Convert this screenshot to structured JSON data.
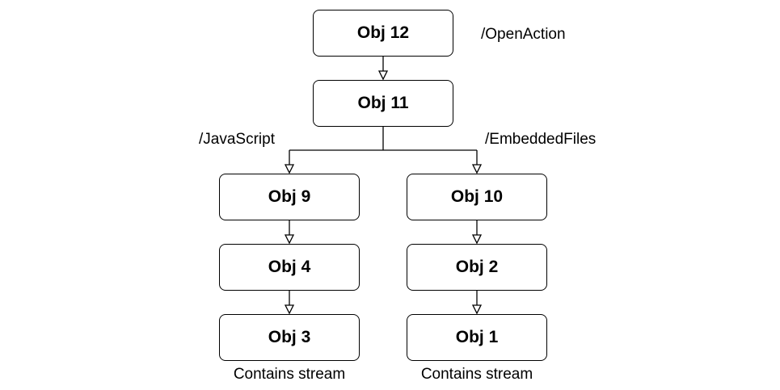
{
  "nodes": {
    "obj12": "Obj 12",
    "obj11": "Obj 11",
    "obj9": "Obj 9",
    "obj10": "Obj 10",
    "obj4": "Obj 4",
    "obj2": "Obj 2",
    "obj3": "Obj 3",
    "obj1": "Obj 1"
  },
  "edge_labels": {
    "open_action": "/OpenAction",
    "javascript": "/JavaScript",
    "embedded_files": "/EmbeddedFiles"
  },
  "captions": {
    "obj3_note": "Contains stream",
    "obj1_note": "Contains stream"
  }
}
